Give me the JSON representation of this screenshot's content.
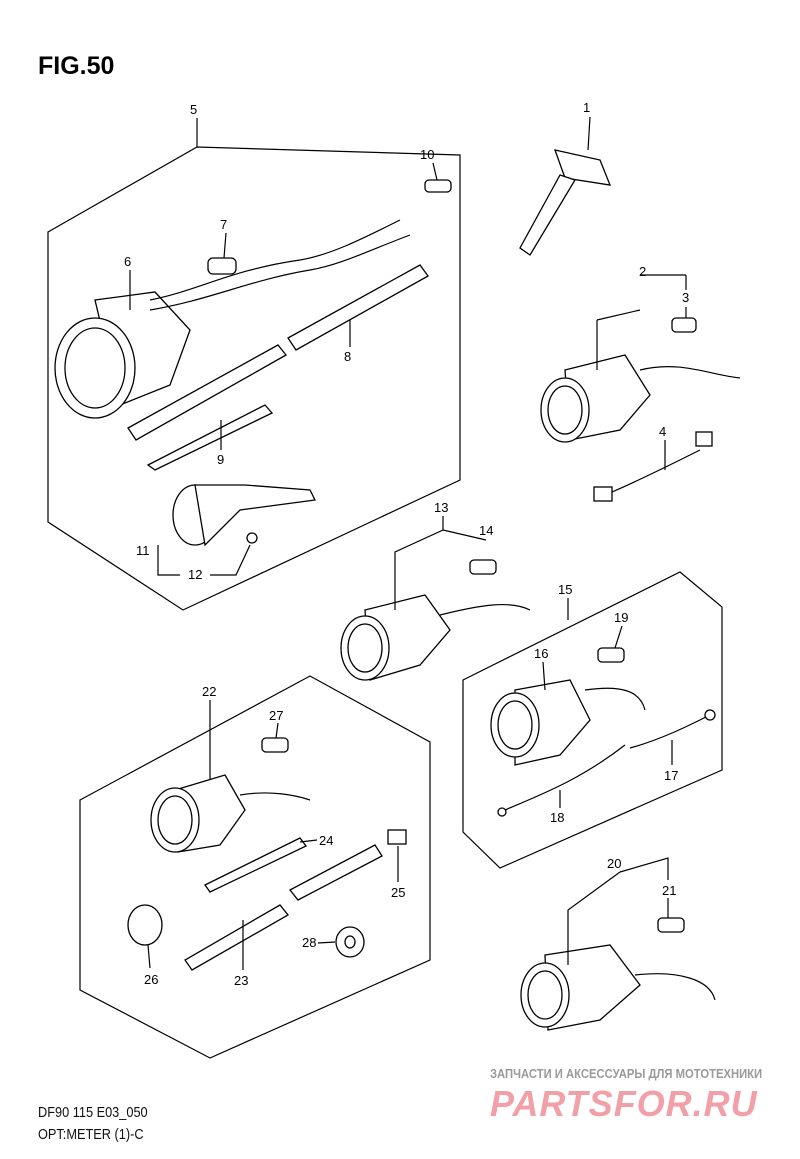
{
  "figure_title": "FIG.50",
  "diagram_code": "DF90 115 E03_050",
  "diagram_subtitle": "OPT:METER (1)-C",
  "watermark": {
    "tagline": "ЗАПЧАСТИ И АКСЕССУАРЫ ДЛЯ МОТОТЕХНИКИ",
    "brand": "PARTSFOR.RU",
    "brand_color": "#f2a0a8"
  },
  "callouts": [
    "1",
    "2",
    "3",
    "4",
    "5",
    "6",
    "7",
    "8",
    "9",
    "10",
    "11",
    "12",
    "13",
    "14",
    "15",
    "16",
    "17",
    "18",
    "19",
    "20",
    "21",
    "22",
    "23",
    "24",
    "25",
    "26",
    "27",
    "28"
  ]
}
